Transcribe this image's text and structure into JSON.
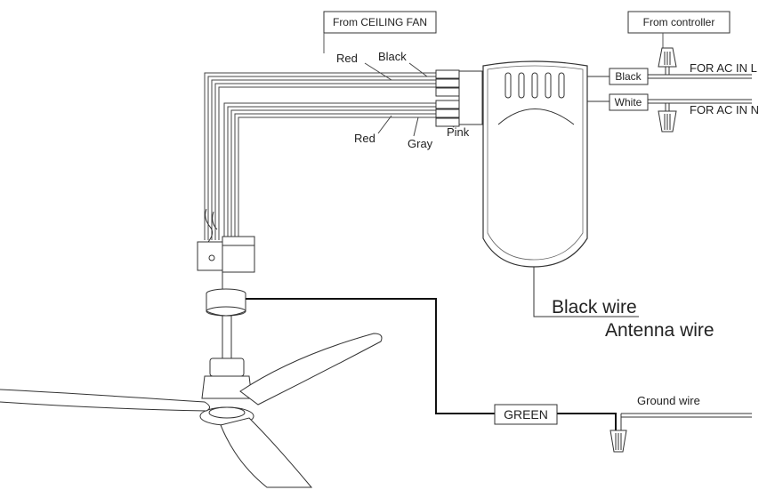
{
  "header": {
    "from_fan": "From CEILING FAN",
    "from_controller": "From controller"
  },
  "fan_wires": {
    "red_top": "Red",
    "black": "Black",
    "red_bottom": "Red",
    "gray": "Gray",
    "pink": "Pink"
  },
  "controller_wires": {
    "black": "Black",
    "white": "White",
    "ac_l": "FOR AC IN L",
    "ac_n": "FOR AC IN N"
  },
  "receiver": {
    "black_wire": "Black wire",
    "antenna_wire": "Antenna wire"
  },
  "ground": {
    "green": "GREEN",
    "ground_wire": "Ground wire"
  }
}
